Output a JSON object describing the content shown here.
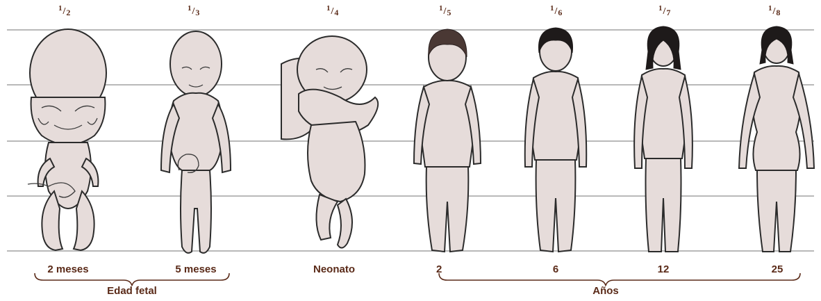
{
  "proportions": [
    {
      "fraction_num": "1",
      "fraction_den": "2",
      "age": "2 meses"
    },
    {
      "fraction_num": "1",
      "fraction_den": "3",
      "age": "5 meses"
    },
    {
      "fraction_num": "1",
      "fraction_den": "4",
      "age": "Neonato"
    },
    {
      "fraction_num": "1",
      "fraction_den": "5",
      "age": "2"
    },
    {
      "fraction_num": "1",
      "fraction_den": "6",
      "age": "6"
    },
    {
      "fraction_num": "1",
      "fraction_den": "7",
      "age": "12"
    },
    {
      "fraction_num": "1",
      "fraction_den": "8",
      "age": "25"
    }
  ],
  "groups": {
    "fetal_label": "Edad fetal",
    "years_label": "Años"
  },
  "colors": {
    "text": "#5a2a18",
    "figure_fill": "#e6dcda",
    "guide_lines": "#b9b9b9"
  }
}
